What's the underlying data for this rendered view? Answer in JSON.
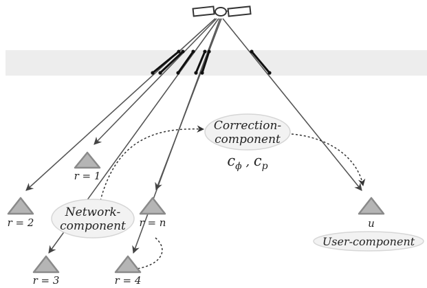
{
  "satellite": {
    "icon": "satellite-icon"
  },
  "layer": {
    "color": "#ededed"
  },
  "components": {
    "correction": {
      "line1": "Correction-",
      "line2": "component"
    },
    "network": {
      "line1": "Network-",
      "line2": "component"
    },
    "user": {
      "label": "User-component"
    }
  },
  "formula": {
    "c": "c",
    "phi": "ϕ",
    "sep": " , ",
    "p": "p"
  },
  "receivers": [
    {
      "label": "r = 1"
    },
    {
      "label": "r = 2"
    },
    {
      "label": "r = 3"
    },
    {
      "label": "r = 4"
    },
    {
      "label": "r = n"
    },
    {
      "label": "u"
    }
  ],
  "colors": {
    "ray": "#555555",
    "ray_dark": "#111111",
    "triangle_fill": "#b5b5b5",
    "triangle_stroke": "#8a8a8a",
    "bubble_fill": "#f2f2f2",
    "bubble_stroke": "#d6d6d6"
  }
}
